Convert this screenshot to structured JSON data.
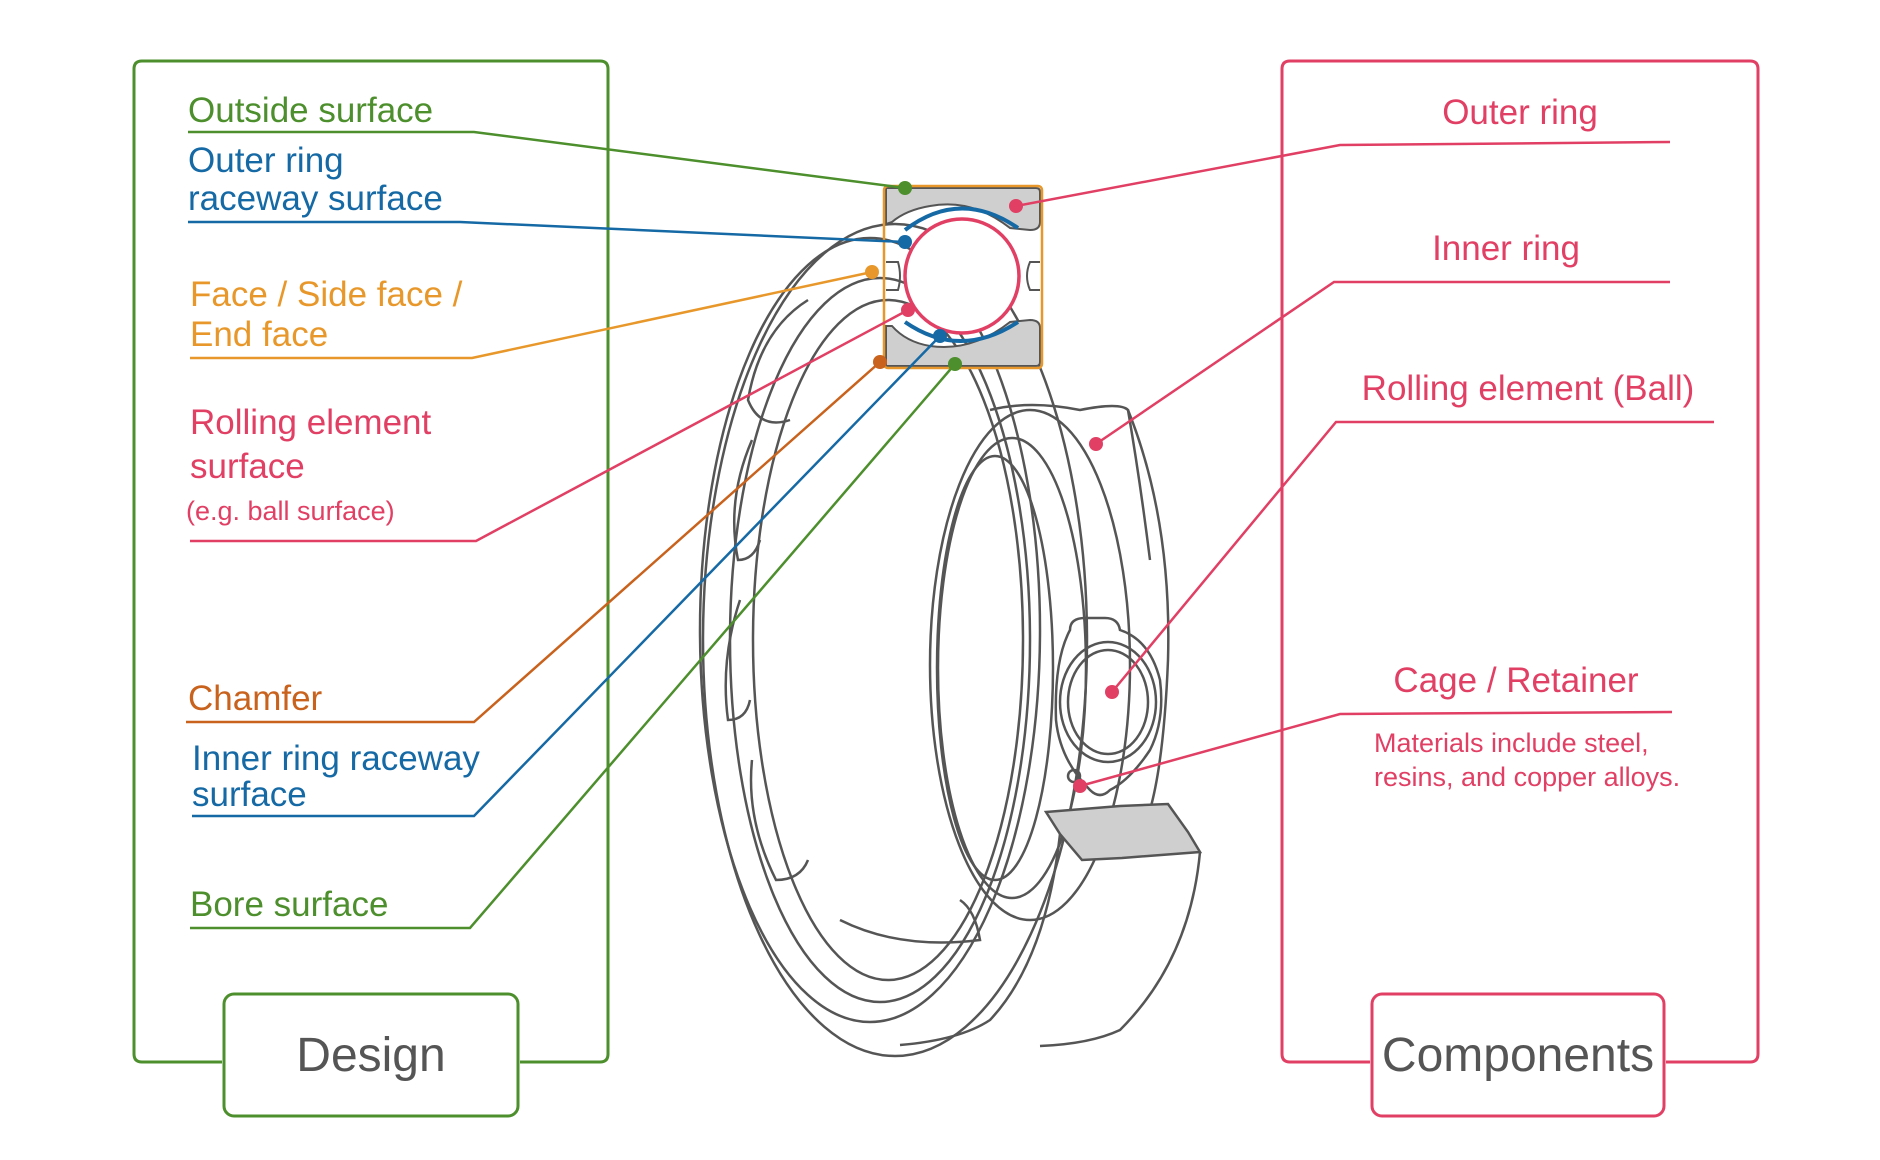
{
  "colors": {
    "green": "#4c8f2c",
    "blue": "#1569a5",
    "orange": "#e8982a",
    "brown": "#c8621c",
    "pink": "#e13f64",
    "line_art": "#555555",
    "section_fill": "#cfcfcf"
  },
  "design": {
    "title": "Design",
    "labels": {
      "outside_surface": "Outside surface",
      "outer_raceway_1": "Outer ring",
      "outer_raceway_2": "raceway surface",
      "face_1": "Face / Side face /",
      "face_2": "End face",
      "rolling_1": "Rolling element",
      "rolling_2": "surface",
      "rolling_note": "(e.g. ball surface)",
      "chamfer": "Chamfer",
      "inner_raceway_1": "Inner ring raceway",
      "inner_raceway_2": "surface",
      "bore_surface": "Bore surface"
    }
  },
  "components": {
    "title": "Components",
    "labels": {
      "outer_ring": "Outer ring",
      "inner_ring": "Inner ring",
      "rolling_element": "Rolling element (Ball)",
      "cage": "Cage / Retainer",
      "cage_note_1": "Materials include steel,",
      "cage_note_2": "resins, and copper alloys."
    }
  }
}
